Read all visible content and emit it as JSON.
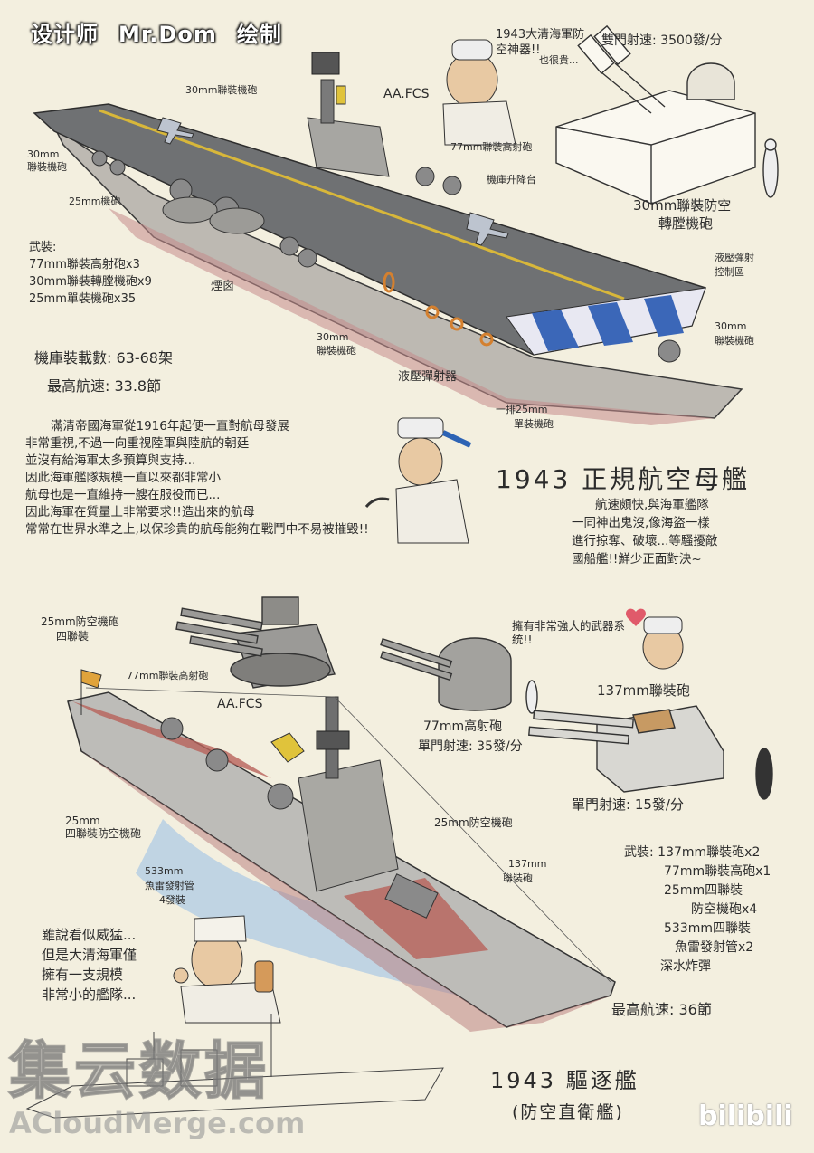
{
  "credit": {
    "label": "设计师",
    "author": "Mr.Dom",
    "action": "绘制"
  },
  "carrier": {
    "cartoon_title": "1943大清海軍防空神器!!",
    "cartoon_small": "也很貴...",
    "turret_speed": "雙門射速: 3500發/分",
    "turret_name_1": "30mm聯裝防空",
    "turret_name_2": "轉膛機砲",
    "labels": {
      "gun30_top": "30mm聯裝機砲",
      "aa_fcs": "AA.FCS",
      "gun77": "77mm聯裝高射砲",
      "gun30_left_1": "30mm",
      "gun30_left_2": "聯裝機砲",
      "lift": "機庫升降台",
      "gun25": "25mm機砲",
      "funnel": "煙囪",
      "catapult_ctrl_1": "液壓彈射",
      "catapult_ctrl_2": "控制區",
      "gun30_right_1": "30mm",
      "gun30_right_2": "聯裝機砲",
      "gun30_mid_1": "30mm",
      "gun30_mid_2": "聯裝機砲",
      "catapult": "液壓彈射器",
      "gun25_row_1": "一排25mm",
      "gun25_row_2": "單裝機砲"
    },
    "armament": [
      "武裝:",
      "77mm聯裝高射砲x3",
      "30mm聯裝轉膛機砲x9",
      "25mm單裝機砲x35"
    ],
    "aircraft": "機庫裝載數: 63-68架",
    "speed": "最高航速: 33.8節",
    "history": [
      "滿清帝國海軍從1916年起便一直對航母發展",
      "非常重視,不過一向重視陸軍與陸航的朝廷",
      "並沒有給海軍太多預算與支持...",
      "因此海軍艦隊規模一直以來都非常小",
      "航母也是一直維持一艘在服役而已...",
      "因此海軍在質量上非常要求!!造出來的航母",
      "常常在世界水準之上,以保珍貴的航母能夠在戰鬥中不易被摧毀!!"
    ],
    "title": "1943 正規航空母艦",
    "tactics": [
      "航速頗快,與海軍艦隊",
      "一同神出鬼沒,像海盜一樣",
      "進行掠奪、破壞...等騷擾敵",
      "國船艦!!鮮少正面對決~"
    ]
  },
  "destroyer": {
    "labels": {
      "gun25_quad_1": "25mm防空機砲",
      "gun25_quad_2": "四聯裝",
      "gun77": "77mm聯裝高射砲",
      "aa_fcs": "AA.FCS",
      "gun25_side_1": "25mm",
      "gun25_side_2": "四聯裝防空機砲",
      "torpedo_1": "533mm",
      "torpedo_2": "魚雷發射管",
      "torpedo_3": "4發裝",
      "gun25_mid": "25mm防空機砲",
      "gun137_1": "137mm",
      "gun137_2": "聯裝砲"
    },
    "cartoon_text": "擁有非常強大的武器系統!!",
    "gun77_name": "77mm高射砲",
    "gun77_speed": "單門射速: 35發/分",
    "gun137_name": "137mm聯裝砲",
    "gun137_speed": "單門射速: 15發/分",
    "armament": [
      "武裝: 137mm聯裝砲x2",
      "77mm聯裝高砲x1",
      "25mm四聯裝",
      "防空機砲x4",
      "533mm四聯裝",
      "魚雷發射管x2",
      "深水炸彈"
    ],
    "speed": "最高航速: 36節",
    "sailor_text": [
      "雖說看似威猛...",
      "但是大清海軍僅",
      "擁有一支規模",
      "非常小的艦隊..."
    ],
    "title": "1943 驅逐艦",
    "subtitle": "(防空直衛艦)"
  },
  "watermark": {
    "cn": "集云数据",
    "url": "ACloudMerge.com",
    "bili": "bilibili"
  }
}
